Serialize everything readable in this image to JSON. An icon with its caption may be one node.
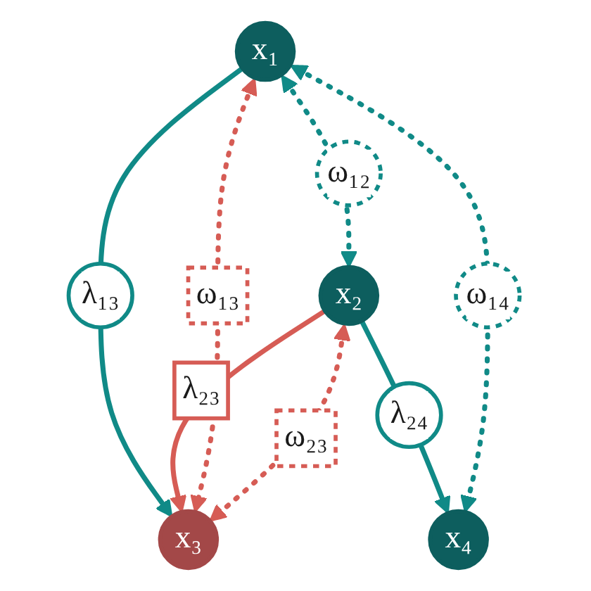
{
  "diagram": {
    "nodes": [
      {
        "text": [
          "x₁"
        ]
      },
      {
        "text": [
          "x₂"
        ]
      },
      {
        "text": [
          "x₃"
        ]
      },
      {
        "text": [
          "x₄"
        ]
      }
    ],
    "edges": [
      {
        "from": 0,
        "to": 2,
        "arrow": "to",
        "label": "λ₁₃"
      },
      {
        "from": 1,
        "to": 3,
        "arrow": "to",
        "label": "λ₂₄"
      },
      {
        "from": 1,
        "to": 2,
        "arrow": "to",
        "label": "λ₂₃",
        "color": "#d65c55"
      },
      {
        "from": 0,
        "to": 1,
        "arrow": "both",
        "label": "ω₁₂",
        "style": "dashed"
      },
      {
        "from": 0,
        "to": 2,
        "arrow": "both",
        "label": "ω₁₃",
        "style": "dashed",
        "color": "#d65c55"
      },
      {
        "from": 1,
        "to": 2,
        "arrow": "both",
        "label": "ω₂₃",
        "style": "dashed",
        "color": "#d65c55"
      },
      {
        "from": 0,
        "to": 3,
        "arrow": "both",
        "label": "ω₁₄",
        "style": "dashed"
      }
    ]
  }
}
